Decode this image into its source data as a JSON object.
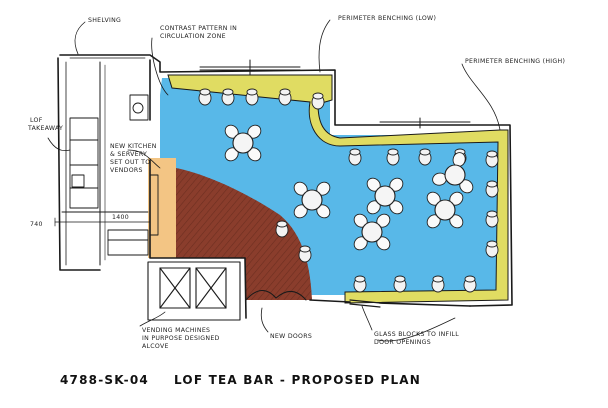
{
  "drawing": {
    "number": "4788-SK-04",
    "title": "LOF TEA BAR - PROPOSED PLAN"
  },
  "annotations": {
    "shelving": "SHELVING",
    "contrast_pattern": [
      "CONTRAST PATTERN IN",
      "CIRCULATION ZONE"
    ],
    "perimeter_low": "PERIMETER BENCHING (LOW)",
    "perimeter_high": "PERIMETER BENCHING (HIGH)",
    "lof_takeaway": [
      "LOF",
      "TAKEAWAY"
    ],
    "new_kitchen": [
      "NEW KITCHEN",
      "& SERVERY",
      "SET OUT TO",
      "VENDORS"
    ],
    "vending": [
      "VENDING MACHINES",
      "IN PURPOSE DESIGNED",
      "ALCOVE"
    ],
    "new_doors": "NEW DOORS",
    "glass_blocks": [
      "GLASS BLOCKS TO INFILL",
      "DOOR OPENINGS"
    ],
    "dim_left": "740",
    "dim_mid": "1400"
  },
  "colors": {
    "floor_blue": "#58b8e8",
    "circulation_brown": "#8a3d2c",
    "bench_yellow": "#e0dc62",
    "kitchen_orange": "#f3c584"
  }
}
